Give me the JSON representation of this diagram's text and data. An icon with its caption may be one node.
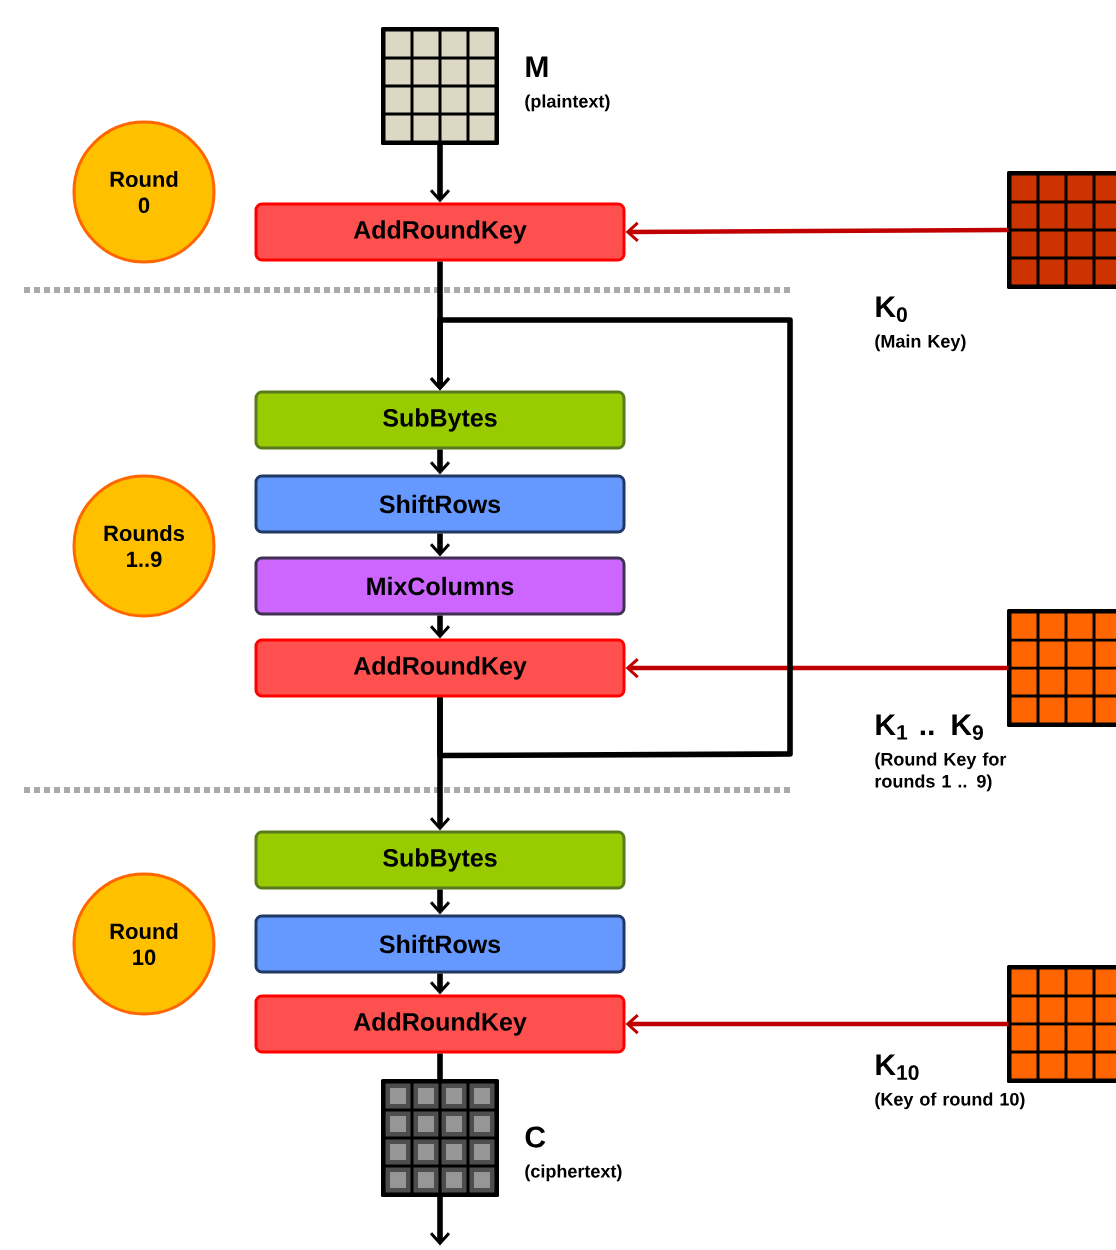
{
  "diagram": {
    "nodes": [
      {
        "text": [],
        "shape": "grid",
        "beside": [
          "M",
          "(plaintext)"
        ]
      },
      {
        "text": [
          "Round 0"
        ]
      },
      {
        "text": [
          "AddRoundKey"
        ]
      },
      {
        "text": [],
        "shape": "grid",
        "beside": [
          "K$_{0}$",
          "(Main Key)"
        ]
      },
      {
        "text": [
          "Rounds 1..9"
        ]
      },
      {
        "text": [
          "SubBytes"
        ]
      },
      {
        "text": [
          "ShiftRows"
        ]
      },
      {
        "text": [
          "MixColumns"
        ]
      },
      {
        "text": [
          "AddRoundKey"
        ]
      },
      {
        "text": [],
        "shape": "grid",
        "beside": [
          "K$_{1}$ .. K$_{9}$",
          "(Round Key for rounds 1 .. 9)"
        ]
      },
      {
        "text": [
          "Round 10"
        ]
      },
      {
        "text": [
          "SubBytes"
        ]
      },
      {
        "text": [
          "ShiftRows"
        ]
      },
      {
        "text": [
          "AddRoundKey"
        ]
      },
      {
        "text": [],
        "shape": "grid",
        "beside": [
          "K$_{10}$",
          "(Key of round 10)"
        ]
      },
      {
        "text": [],
        "shape": "grid",
        "beside": [
          "C",
          "(ciphertext)"
        ]
      }
    ],
    "edges": [
      {
        "from": 0,
        "to": 2,
        "arrow": "to"
      },
      {
        "from": 3,
        "to": 2,
        "arrow": "to",
        "color": "#c00000"
      },
      {
        "from": 2,
        "to": 5,
        "arrow": "to"
      },
      {
        "from": 5,
        "to": 6,
        "arrow": "to"
      },
      {
        "from": 6,
        "to": 7,
        "arrow": "to"
      },
      {
        "from": 7,
        "to": 8,
        "arrow": "to"
      },
      {
        "from": 9,
        "to": 8,
        "arrow": "to",
        "color": "#c00000"
      },
      {
        "from": 8,
        "to": 5,
        "arrow": "to"
      },
      {
        "from": 8,
        "to": 11,
        "arrow": "to"
      },
      {
        "from": 11,
        "to": 12,
        "arrow": "to"
      },
      {
        "from": 12,
        "to": 13,
        "arrow": "to"
      },
      {
        "from": 14,
        "to": 13,
        "arrow": "to",
        "color": "#c00000"
      },
      {
        "from": 13,
        "to": 15,
        "arrow": "none"
      },
      {
        "from": 15,
        "to": null,
        "arrow": "to"
      }
    ]
  }
}
